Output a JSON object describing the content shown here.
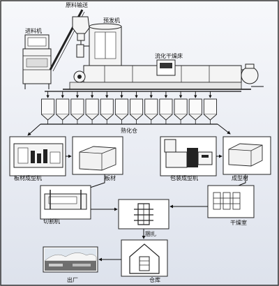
{
  "labels": {
    "feeding_conveyor": "原料输送",
    "feeder": "进料机",
    "pre_expander": "预发机",
    "fluid_bed_dryer": "流化干燥床",
    "aging_silo": "熟化仓",
    "board_molding_machine": "板材成型机",
    "board": "板材",
    "packaging_molding_machine": "包装成型机",
    "molded_product": "成型材",
    "cutting_machine": "切割机",
    "drying_room": "干燥室",
    "baling": "捆扎",
    "warehouse": "仓库",
    "shipping": "出厂"
  },
  "colors": {
    "line": "#111111",
    "equipment_fill": "#f4f4f4",
    "background_top": "#f7f8fb",
    "background_bottom": "#dde2ec"
  },
  "silo_count": 12
}
